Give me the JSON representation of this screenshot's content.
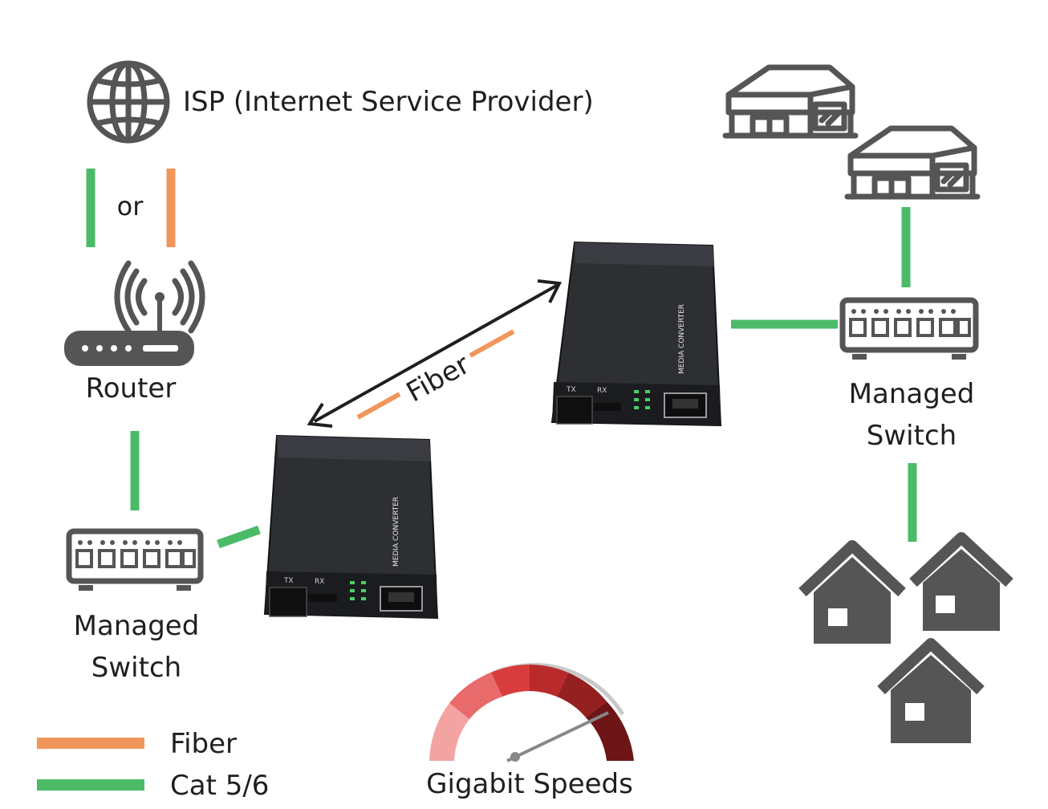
{
  "colors": {
    "fiber": "#f0965a",
    "cat": "#4cbb68",
    "icon": "#555555",
    "device": "#2d2f33",
    "text": "#1f1f1f",
    "gauge_dark": "#6e1518",
    "gauge_light": "#f4a3a3"
  },
  "labels": {
    "isp": "ISP (Internet Service Provider)",
    "or": "or",
    "router": "Router",
    "switch_left_line1": "Managed",
    "switch_left_line2": "Switch",
    "switch_right_line1": "Managed",
    "switch_right_line2": "Switch",
    "fiber_link": "Fiber",
    "speed": "Gigabit Speeds"
  },
  "device": {
    "brand": "MEDIA CONVERTER",
    "ports": [
      "TX",
      "RX"
    ]
  },
  "legend": {
    "items": [
      {
        "label": "Fiber",
        "color": "#f0965a"
      },
      {
        "label": "Cat 5/6",
        "color": "#4cbb68"
      }
    ]
  },
  "icons": {
    "isp": "globe-icon",
    "router": "router-icon",
    "switch": "ethernet-switch-icon",
    "building": "warehouse-icon",
    "house": "house-icon",
    "gauge": "speedometer-icon"
  }
}
